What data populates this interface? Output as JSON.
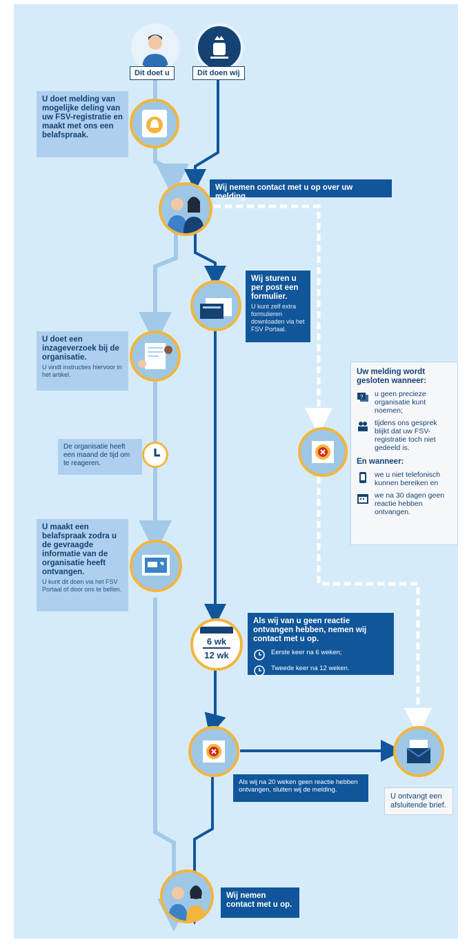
{
  "colors": {
    "background": "#d6ebfa",
    "dark_blue": "#154273",
    "mid_blue": "#11569a",
    "light_blue": "#aed0ee",
    "accent_gold": "#f3b53b",
    "red": "#d52b1e"
  },
  "header": {
    "you_label": "Dit doet u",
    "we_label": "Dit doen wij"
  },
  "steps": {
    "report": "U doet melding van mogelijke deling van uw FSV-registratie en maakt met ons een belafspraak.",
    "contact": "Wij nemen contact met u op over uw melding.",
    "form_title": "Wij sturen u per post een formulier.",
    "form_note": "U kunt zelf extra formulieren downloaden via het FSV Portaal.",
    "inspection_title": "U doet een inzageverzoek bij de organisatie.",
    "inspection_note": "U vindt instructies hiervoor in het artikel.",
    "wait": "De organisatie heeft een maand de tijd om te reageren.",
    "appointment_title": "U maakt een belafspraak zodra u de gevraagde informatie van de organisatie heeft ontvangen.",
    "appointment_note": "U kunt dit doen via het FSV Portaal of door ons te bellen.",
    "no_reply_title": "Als wij van u geen reactie ontvangen hebben, nemen wij contact met u op.",
    "no_reply_first": "Eerste keer na 6 weken;",
    "no_reply_second": "Tweede keer na 12 weken.",
    "calendar_top": "6 wk",
    "calendar_bottom": "12 wk",
    "close_20": "Als wij na 20 weken geen reactie hebben ontvangen, sluiten wij de melding.",
    "letter": "U ontvangt een afsluitende brief.",
    "final_contact": "Wij nemen contact met u op."
  },
  "closing_panel": {
    "title": "Uw melding wordt gesloten wanneer:",
    "items": [
      {
        "icon": "question-bubble-icon",
        "text": "u geen precieze organisatie kunt noemen;"
      },
      {
        "icon": "people-icon",
        "text": "tijdens ons gesprek blijkt dat uw FSV-registratie toch niet gedeeld is."
      }
    ],
    "and_title": "En wanneer:",
    "and_items": [
      {
        "icon": "phone-icon",
        "text": "we u niet telefonisch kunnen bereiken en"
      },
      {
        "icon": "calendar-icon",
        "text": "we na 30 dagen geen reactie hebben ontvangen."
      }
    ]
  }
}
